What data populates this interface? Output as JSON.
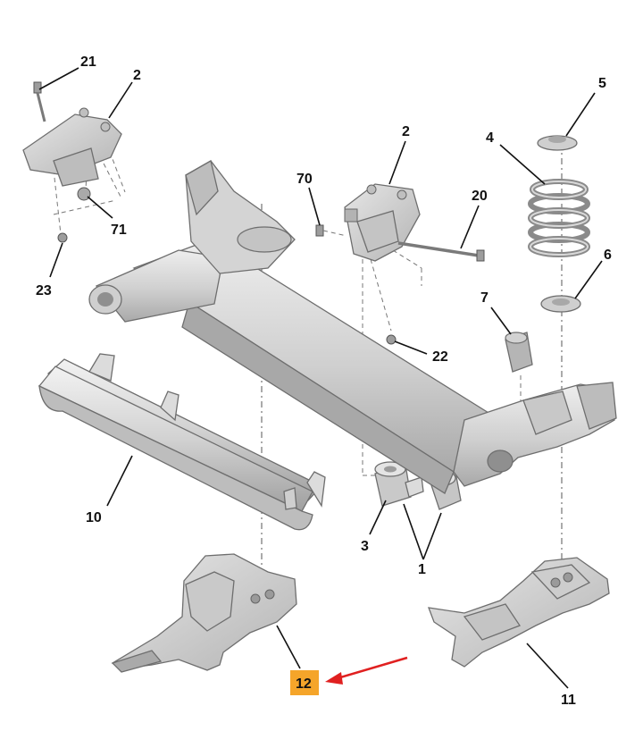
{
  "labels": {
    "n21": "21",
    "n2_left": "2",
    "n71": "71",
    "n23": "23",
    "n70": "70",
    "n2_center": "2",
    "n20": "20",
    "n22": "22",
    "n4": "4",
    "n5": "5",
    "n6": "6",
    "n7": "7",
    "n10": "10",
    "n3": "3",
    "n1": "1",
    "n12": "12",
    "n11": "11"
  },
  "colors": {
    "highlight": "#f5a52a",
    "arrow": "#e02020",
    "part_fill": "#d9d9d9",
    "part_shade": "#b8b8b8",
    "line": "#111111"
  },
  "highlighted_part": "12"
}
